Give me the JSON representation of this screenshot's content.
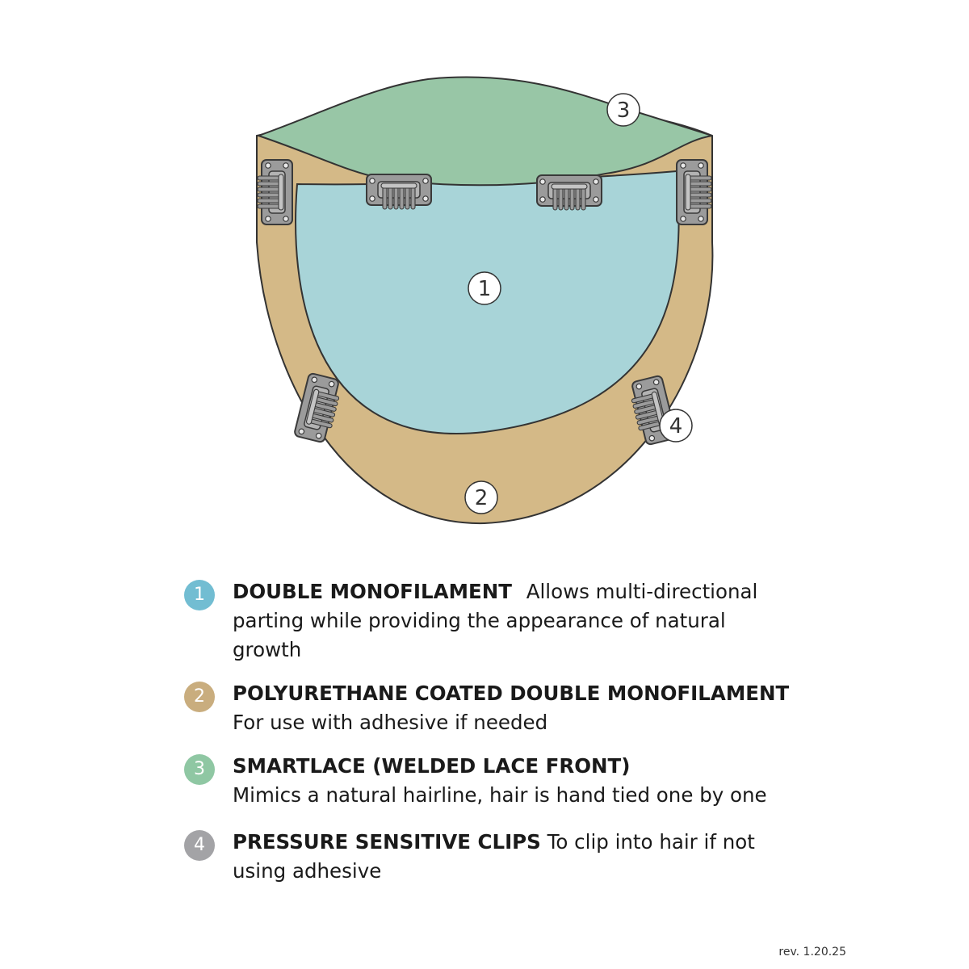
{
  "diagram": {
    "colors": {
      "monofilament": "#a8d4d8",
      "polyurethane": "#d4b987",
      "smartlace": "#98c6a6",
      "clip": "#9b9b9b",
      "outline": "#333333"
    },
    "callouts": [
      "1",
      "2",
      "3",
      "4"
    ]
  },
  "legend": {
    "items": [
      {
        "number": "1",
        "color": "#72bdd2",
        "title": "DOUBLE MONOFILAMENT",
        "description": "Allows multi-directional parting while providing the appearance of natural growth"
      },
      {
        "number": "2",
        "color": "#c9ad7e",
        "title": "POLYURETHANE COATED DOUBLE MONOFILAMENT",
        "description": "For use with adhesive if needed"
      },
      {
        "number": "3",
        "color": "#8fc7a3",
        "title": "SMARTLACE (WELDED LACE FRONT)",
        "description": "Mimics a natural hairline, hair is hand tied one by one"
      },
      {
        "number": "4",
        "color": "#a3a3a6",
        "title": "PRESSURE SENSITIVE CLIPS",
        "description": "To clip into hair if not using adhesive"
      }
    ]
  },
  "revision": "rev. 1.20.25"
}
